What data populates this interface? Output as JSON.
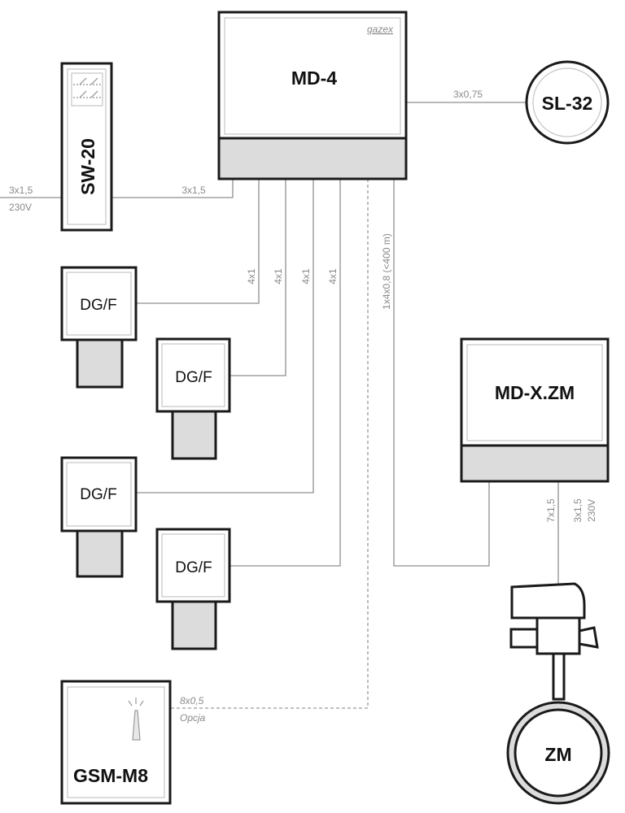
{
  "devices": {
    "md4": "MD-4",
    "brand": "gazex",
    "sl32": "SL-32",
    "sw20": "SW-20",
    "dg1": "DG/F",
    "dg2": "DG/F",
    "dg3": "DG/F",
    "dg4": "DG/F",
    "mdxzm": "MD-X.ZM",
    "gsm": "GSM-M8",
    "zm": "ZM"
  },
  "wires": {
    "sl32_cable": "3x0,75",
    "sw20_in_cable": "3x1,5",
    "sw20_in_voltage": "230V",
    "sw20_out_cable": "3x1,5",
    "dg1_cable": "4x1",
    "dg2_cable": "4x1",
    "dg3_cable": "4x1",
    "dg4_cable": "4x1",
    "bus_cable": "1x4x0,8 (<400 m)",
    "gsm_cable": "8x0,5",
    "gsm_option": "Opcja",
    "zm_cable": "7x1,5",
    "mdx_power_cable": "3x1,5",
    "mdx_power_voltage": "230V"
  },
  "colors": {
    "outline": "#1a1a1a",
    "bottom_panel": "#dcdcdc",
    "wire": "#8f8f8f"
  }
}
